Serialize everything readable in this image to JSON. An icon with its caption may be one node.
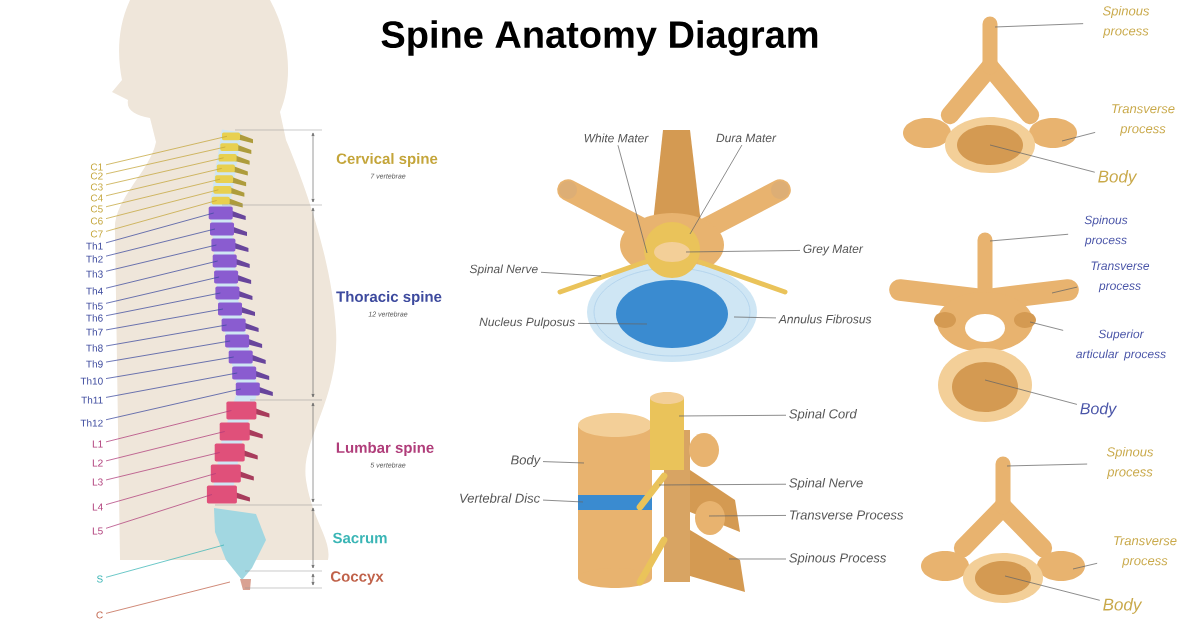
{
  "diagram": {
    "title": "Spine Anatomy Diagram",
    "nodes": [
      {
        "text": [
          "C1"
        ]
      },
      {
        "text": [
          "C2"
        ]
      },
      {
        "text": [
          "C3"
        ]
      },
      {
        "text": [
          "C4"
        ]
      },
      {
        "text": [
          "C5"
        ]
      },
      {
        "text": [
          "C6"
        ]
      },
      {
        "text": [
          "C7"
        ]
      },
      {
        "text": [
          "Th1"
        ]
      },
      {
        "text": [
          "Th2"
        ]
      },
      {
        "text": [
          "Th3"
        ]
      },
      {
        "text": [
          "Th4"
        ]
      },
      {
        "text": [
          "Th5"
        ]
      },
      {
        "text": [
          "Th6"
        ]
      },
      {
        "text": [
          "Th7"
        ]
      },
      {
        "text": [
          "Th8"
        ]
      },
      {
        "text": [
          "Th9"
        ]
      },
      {
        "text": [
          "Th10"
        ]
      },
      {
        "text": [
          "Th11"
        ]
      },
      {
        "text": [
          "Th12"
        ]
      },
      {
        "text": [
          "L1"
        ]
      },
      {
        "text": [
          "L2"
        ]
      },
      {
        "text": [
          "L3"
        ]
      },
      {
        "text": [
          "L4"
        ]
      },
      {
        "text": [
          "L5"
        ]
      },
      {
        "text": [
          "S"
        ]
      },
      {
        "text": [
          "C"
        ]
      },
      {
        "text": [
          "White Mater"
        ]
      },
      {
        "text": [
          "Dura Mater"
        ]
      },
      {
        "text": [
          "Grey Mater"
        ]
      },
      {
        "text": [
          "Spinal Nerve"
        ]
      },
      {
        "text": [
          "Nucleus Pulposus"
        ]
      },
      {
        "text": [
          "Annulus Fibrosus"
        ]
      },
      {
        "text": [
          "Spinal Cord"
        ]
      },
      {
        "text": [
          "Body"
        ]
      },
      {
        "text": [
          "Spinal Nerve"
        ]
      },
      {
        "text": [
          "Vertebral Disc"
        ]
      },
      {
        "text": [
          "Transverse Process"
        ]
      },
      {
        "text": [
          "Spinous Process"
        ]
      },
      {
        "text": [
          "Spinous process"
        ]
      },
      {
        "text": [
          "Transverse process"
        ]
      },
      {
        "text": [
          "Body"
        ]
      },
      {
        "text": [
          "Spinous process"
        ]
      },
      {
        "text": [
          "Transverse process"
        ]
      },
      {
        "text": [
          "Superior articular process"
        ]
      },
      {
        "text": [
          "Body"
        ]
      },
      {
        "text": [
          "Spinous process"
        ]
      },
      {
        "text": [
          "Transverse process"
        ]
      },
      {
        "text": [
          "Body"
        ]
      }
    ],
    "edges": [
      {
        "from": 0,
        "to": null,
        "arrow": "none",
        "color": "#c4a53a"
      },
      {
        "from": 1,
        "to": null,
        "arrow": "none",
        "color": "#c4a53a"
      },
      {
        "from": 2,
        "to": null,
        "arrow": "none",
        "color": "#c4a53a"
      },
      {
        "from": 3,
        "to": null,
        "arrow": "none",
        "color": "#c4a53a"
      },
      {
        "from": 4,
        "to": null,
        "arrow": "none",
        "color": "#c4a53a"
      },
      {
        "from": 5,
        "to": null,
        "arrow": "none",
        "color": "#c4a53a"
      },
      {
        "from": 6,
        "to": null,
        "arrow": "none",
        "color": "#c4a53a"
      },
      {
        "from": 7,
        "to": null,
        "arrow": "none",
        "color": "#3d4a9e"
      },
      {
        "from": 8,
        "to": null,
        "arrow": "none",
        "color": "#3d4a9e"
      },
      {
        "from": 9,
        "to": null,
        "arrow": "none",
        "color": "#3d4a9e"
      },
      {
        "from": 10,
        "to": null,
        "arrow": "none",
        "color": "#3d4a9e"
      },
      {
        "from": 11,
        "to": null,
        "arrow": "none",
        "color": "#3d4a9e"
      },
      {
        "from": 12,
        "to": null,
        "arrow": "none",
        "color": "#3d4a9e"
      },
      {
        "from": 13,
        "to": null,
        "arrow": "none",
        "color": "#3d4a9e"
      },
      {
        "from": 14,
        "to": null,
        "arrow": "none",
        "color": "#3d4a9e"
      },
      {
        "from": 15,
        "to": null,
        "arrow": "none",
        "color": "#3d4a9e"
      },
      {
        "from": 16,
        "to": null,
        "arrow": "none",
        "color": "#3d4a9e"
      },
      {
        "from": 17,
        "to": null,
        "arrow": "none",
        "color": "#3d4a9e"
      },
      {
        "from": 18,
        "to": null,
        "arrow": "none",
        "color": "#3d4a9e"
      },
      {
        "from": 19,
        "to": null,
        "arrow": "none",
        "color": "#b03d7a"
      },
      {
        "from": 20,
        "to": null,
        "arrow": "none",
        "color": "#b03d7a"
      },
      {
        "from": 21,
        "to": null,
        "arrow": "none",
        "color": "#b03d7a"
      },
      {
        "from": 22,
        "to": null,
        "arrow": "none",
        "color": "#b03d7a"
      },
      {
        "from": 23,
        "to": null,
        "arrow": "none",
        "color": "#b03d7a"
      },
      {
        "from": 24,
        "to": null,
        "arrow": "none",
        "color": "#3ab5b5"
      },
      {
        "from": 25,
        "to": null,
        "arrow": "none",
        "color": "#c0624a"
      },
      {
        "from": 26,
        "to": null,
        "arrow": "none"
      },
      {
        "from": 27,
        "to": null,
        "arrow": "none"
      },
      {
        "from": 28,
        "to": null,
        "arrow": "none"
      },
      {
        "from": 29,
        "to": null,
        "arrow": "none"
      },
      {
        "from": 30,
        "to": null,
        "arrow": "none"
      },
      {
        "from": 31,
        "to": null,
        "arrow": "none"
      },
      {
        "from": 32,
        "to": null,
        "arrow": "none"
      },
      {
        "from": 33,
        "to": null,
        "arrow": "none"
      },
      {
        "from": 34,
        "to": null,
        "arrow": "none"
      },
      {
        "from": 35,
        "to": null,
        "arrow": "none"
      },
      {
        "from": 36,
        "to": null,
        "arrow": "none"
      },
      {
        "from": 37,
        "to": null,
        "arrow": "none"
      },
      {
        "from": 38,
        "to": null,
        "arrow": "none"
      },
      {
        "from": 39,
        "to": null,
        "arrow": "none"
      },
      {
        "from": 40,
        "to": null,
        "arrow": "none"
      },
      {
        "from": 41,
        "to": null,
        "arrow": "none"
      },
      {
        "from": 42,
        "to": null,
        "arrow": "none"
      },
      {
        "from": 43,
        "to": null,
        "arrow": "none"
      },
      {
        "from": 44,
        "to": null,
        "arrow": "none"
      },
      {
        "from": 45,
        "to": null,
        "arrow": "none"
      },
      {
        "from": 46,
        "to": null,
        "arrow": "none"
      },
      {
        "from": 47,
        "to": null,
        "arrow": "none"
      }
    ],
    "labels": [
      "Cervical spine",
      "7 vertebrae",
      "Thoracic spine",
      "12 vertebrae",
      "Lumbar spine",
      "5 vertebrae",
      "Sacrum",
      "Coccyx"
    ]
  }
}
